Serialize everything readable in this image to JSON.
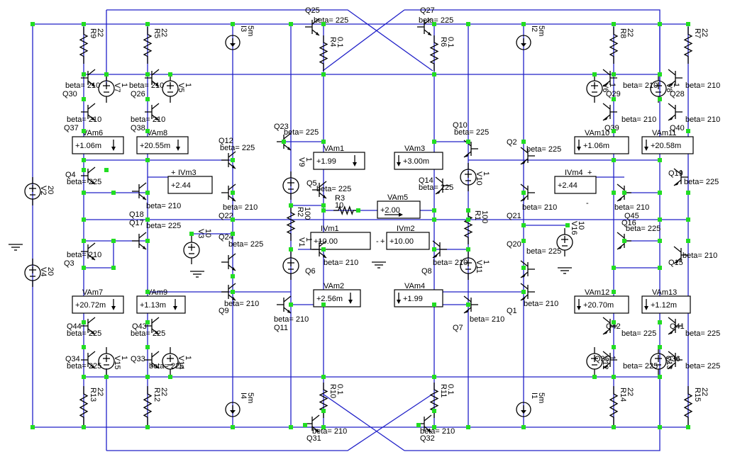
{
  "diagram": {
    "transistors": [
      {
        "name": "Q25",
        "beta": "beta= 225"
      },
      {
        "name": "Q27",
        "beta": "beta= 225"
      },
      {
        "name": "Q30",
        "beta": "beta= 210"
      },
      {
        "name": "Q26",
        "beta": "beta= 210"
      },
      {
        "name": "Q29",
        "beta": "beta= 210"
      },
      {
        "name": "Q28",
        "beta": "beta= 210"
      },
      {
        "name": "Q37",
        "beta": "beta= 210"
      },
      {
        "name": "Q38",
        "beta": "beta= 210"
      },
      {
        "name": "Q39",
        "beta": "beta= 210"
      },
      {
        "name": "Q40",
        "beta": "beta= 210"
      },
      {
        "name": "Q23",
        "beta": "beta= 225"
      },
      {
        "name": "Q12",
        "beta": "beta= 225"
      },
      {
        "name": "Q10",
        "beta": "beta= 225"
      },
      {
        "name": "Q2",
        "beta": "beta= 225"
      },
      {
        "name": "Q4",
        "beta": "beta= 225"
      },
      {
        "name": "Q19",
        "beta": "beta= 225"
      },
      {
        "name": "Q5",
        "beta": "beta= 225"
      },
      {
        "name": "Q14",
        "beta": "beta= 225"
      },
      {
        "name": "Q18",
        "beta": "beta= 210"
      },
      {
        "name": "Q22",
        "beta": "beta= 210"
      },
      {
        "name": "Q21",
        "beta": "beta= 210"
      },
      {
        "name": "Q45",
        "beta": "beta= 210"
      },
      {
        "name": "Q17",
        "beta": "beta= 225"
      },
      {
        "name": "Q16",
        "beta": "beta= 225"
      },
      {
        "name": "Q24",
        "beta": "beta= 225"
      },
      {
        "name": "Q20",
        "beta": "beta= 225"
      },
      {
        "name": "Q3",
        "beta": "beta= 210"
      },
      {
        "name": "Q15",
        "beta": "beta= 210"
      },
      {
        "name": "Q6",
        "beta": "beta= 210"
      },
      {
        "name": "Q8",
        "beta": "beta= 210"
      },
      {
        "name": "Q9",
        "beta": "beta= 210"
      },
      {
        "name": "Q11",
        "beta": "beta= 210"
      },
      {
        "name": "Q7",
        "beta": "beta= 210"
      },
      {
        "name": "Q1",
        "beta": "beta= 210"
      },
      {
        "name": "Q44",
        "beta": "beta= 225"
      },
      {
        "name": "Q43",
        "beta": "beta= 225"
      },
      {
        "name": "Q42",
        "beta": "beta= 225"
      },
      {
        "name": "Q41",
        "beta": "beta= 225"
      },
      {
        "name": "Q34",
        "beta": "beta= 225"
      },
      {
        "name": "Q33",
        "beta": "beta= 225"
      },
      {
        "name": "Q35",
        "beta": "beta= 225"
      },
      {
        "name": "Q36",
        "beta": "beta= 225"
      },
      {
        "name": "Q31",
        "beta": "beta= 210"
      },
      {
        "name": "Q32",
        "beta": "beta= 210"
      }
    ],
    "resistors": [
      {
        "name": "R9",
        "value": "22"
      },
      {
        "name": "R5",
        "value": "22"
      },
      {
        "name": "R8",
        "value": "22"
      },
      {
        "name": "R7",
        "value": "22"
      },
      {
        "name": "R4",
        "value": "0.1"
      },
      {
        "name": "R6",
        "value": "0.1"
      },
      {
        "name": "R3",
        "value": "10"
      },
      {
        "name": "R2",
        "value": "100"
      },
      {
        "name": "R1",
        "value": "100"
      },
      {
        "name": "R13",
        "value": "22"
      },
      {
        "name": "R12",
        "value": "22"
      },
      {
        "name": "R14",
        "value": "22"
      },
      {
        "name": "R15",
        "value": "22"
      },
      {
        "name": "R10",
        "value": "0.1"
      },
      {
        "name": "R11",
        "value": "0.1"
      }
    ],
    "voltage_sources": [
      {
        "name": "V7",
        "value": "1"
      },
      {
        "name": "V5",
        "value": "1"
      },
      {
        "name": "V6",
        "value": "1"
      },
      {
        "name": "V8",
        "value": "1"
      },
      {
        "name": "V9",
        "value": "1"
      },
      {
        "name": "V1",
        "value": "1"
      },
      {
        "name": "V2",
        "value": "20"
      },
      {
        "name": "V4",
        "value": "20"
      },
      {
        "name": "V3",
        "value": "10"
      },
      {
        "name": "V16",
        "value": "10"
      },
      {
        "name": "V15",
        "value": "1"
      },
      {
        "name": "V14",
        "value": "1"
      },
      {
        "name": "V10",
        "value": "1"
      },
      {
        "name": "V11",
        "value": "1"
      },
      {
        "name": "V12",
        "value": "1"
      },
      {
        "name": "V13",
        "value": "1"
      }
    ],
    "current_sources": [
      {
        "name": "I3",
        "value": "5m"
      },
      {
        "name": "I2",
        "value": "5m"
      },
      {
        "name": "I4",
        "value": "5m"
      },
      {
        "name": "I1",
        "value": "5m"
      }
    ],
    "meters": [
      {
        "name": "VAm6",
        "value": "+1.06m"
      },
      {
        "name": "VAm8",
        "value": "+20.55m"
      },
      {
        "name": "VAm10",
        "value": "+1.06m"
      },
      {
        "name": "VAm11",
        "value": "+20.58m"
      },
      {
        "name": "VAm1",
        "value": "+1.99"
      },
      {
        "name": "VAm3",
        "value": "+3.00m"
      },
      {
        "name": "IVm3",
        "value": "+2.44"
      },
      {
        "name": "IVm4",
        "value": "+2.44"
      },
      {
        "name": "VAm5",
        "value": "+2.00"
      },
      {
        "name": "IVm1",
        "value": "+10.00"
      },
      {
        "name": "IVm2",
        "value": "+10.00"
      },
      {
        "name": "VAm2",
        "value": "+2.56m"
      },
      {
        "name": "VAm4",
        "value": "+1.99"
      },
      {
        "name": "VAm7",
        "value": "+20.72m"
      },
      {
        "name": "VAm9",
        "value": "+1.13m"
      },
      {
        "name": "VAm12",
        "value": "+20.70m"
      },
      {
        "name": "VAm13",
        "value": "+1.12m"
      }
    ]
  }
}
